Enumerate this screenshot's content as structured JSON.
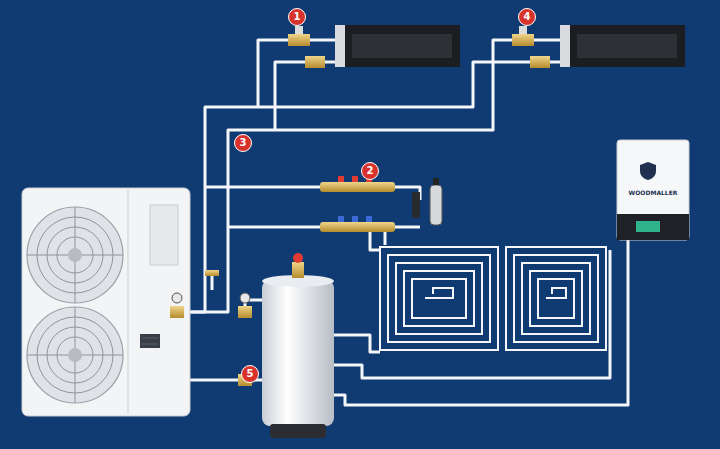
{
  "diagram": {
    "labels": [
      "1",
      "4",
      "3",
      "2",
      "WOODMALLER",
      "5"
    ]
  }
}
